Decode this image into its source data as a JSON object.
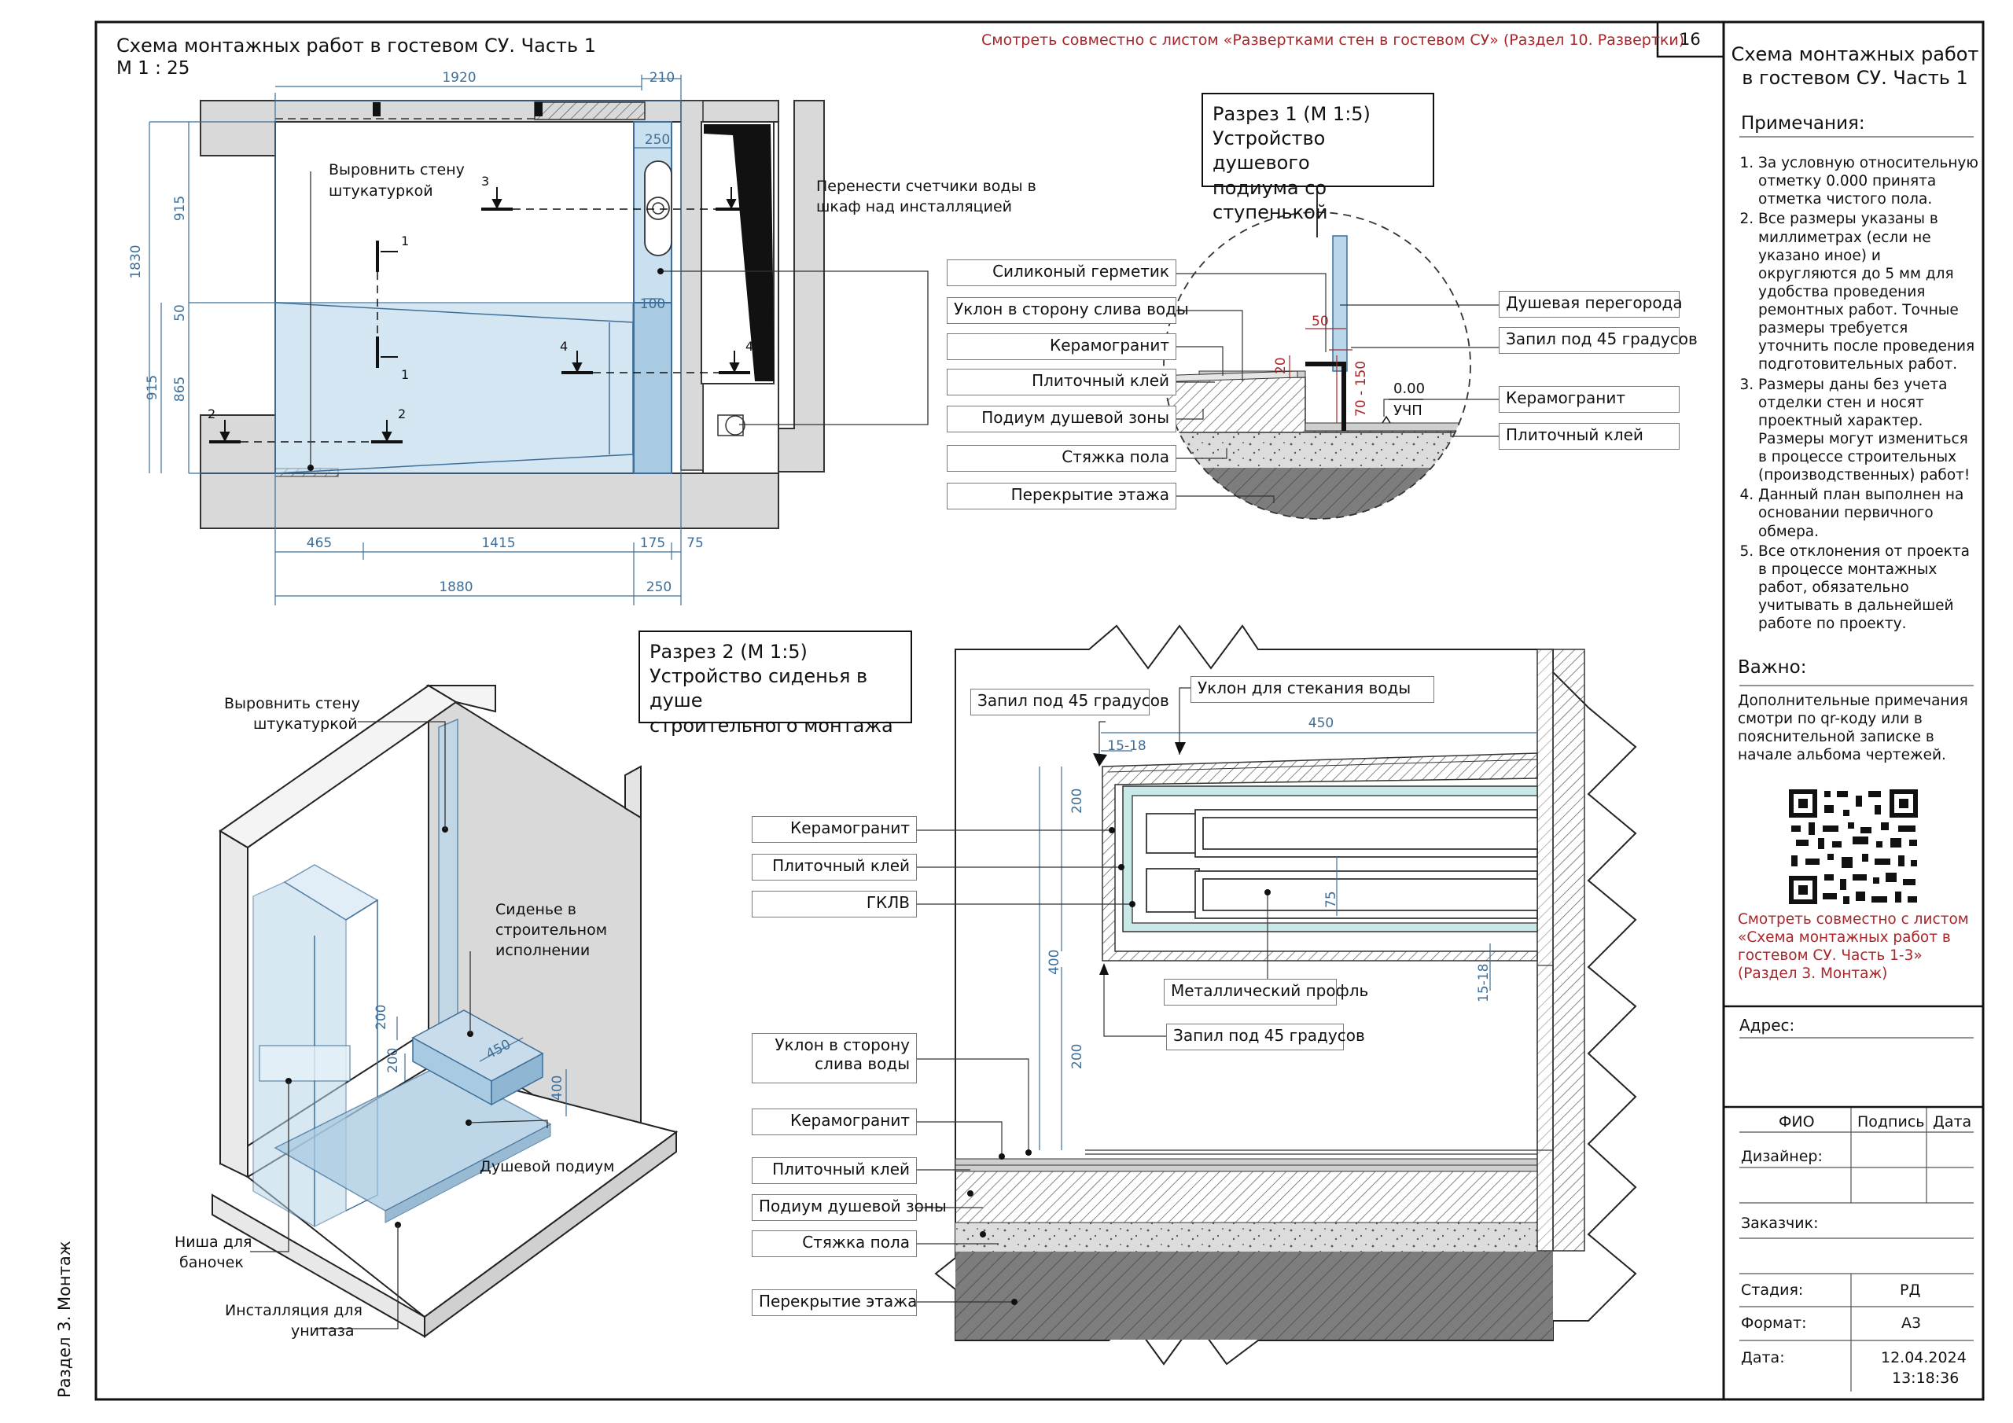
{
  "sheet": {
    "number": "16",
    "side_label": "Раздел 3. Монтаж",
    "top_note": "Смотреть совместно с листом «Развертками стен в гостевом СУ» (Раздел 10. Развертки)"
  },
  "plan": {
    "title": "Схема монтажных работ в гостевом СУ. Часть 1",
    "scale": "М   1 : 25",
    "notes": {
      "level_wall": [
        "Выровнить стену",
        "штукатуркой"
      ],
      "move_meters": [
        "Перенести счетчики воды в",
        "шкаф над инсталляцией"
      ]
    },
    "dims_top": [
      "1920",
      "210",
      "250"
    ],
    "dims_left": [
      "1830",
      "915",
      "915",
      "50",
      "865"
    ],
    "dim_inner": "100",
    "dims_bottom1": [
      "465",
      "1415",
      "175",
      "75"
    ],
    "dims_bottom2": [
      "1880",
      "250"
    ],
    "section_marks": [
      "1",
      "1",
      "2",
      "2",
      "3",
      "3",
      "4",
      "4"
    ]
  },
  "section1": {
    "title_lines": [
      "Разрез 1 (М 1:5)",
      "Устройство душевого",
      "подиума со ступенькой"
    ],
    "left_labels": [
      "Силиконый герметик",
      "Уклон в сторону слива воды",
      "Керамогранит",
      "Плиточный клей",
      "Подиум душевой зоны",
      "Стяжка пола",
      "Перекрытие этажа"
    ],
    "right_labels": [
      "Душевая перегорода",
      "Запил под 45 градусов",
      "Керамогранит",
      "Плиточный клей"
    ],
    "dims": [
      "50",
      "20",
      "70 - 150"
    ],
    "level": "0.00",
    "level_code": "УЧП"
  },
  "iso": {
    "labels": {
      "level_wall": [
        "Выровнить стену",
        "штукатуркой"
      ],
      "seat": [
        "Сиденье в",
        "строительном",
        "исполнении"
      ],
      "podium": "Душевой подиум",
      "niche": [
        "Ниша для",
        "баночек"
      ],
      "install": [
        "Инсталляция для",
        "унитаза"
      ]
    },
    "dims": [
      "200",
      "200",
      "450",
      "400"
    ]
  },
  "section2": {
    "title_lines": [
      "Разрез 2 (М 1:5)",
      "Устройство сиденья в душе",
      "строительного монтажа"
    ],
    "labels_top": [
      "Запил под 45 градусов",
      "Уклон для стекания воды"
    ],
    "labels_left": [
      "Керамогранит",
      "Плиточный клей",
      "ГКЛВ",
      "Уклон в сторону",
      "слива воды",
      "Керамогранит",
      "Плиточный клей",
      "Подиум душевой зоны",
      "Стяжка пола",
      "Перекрытие этажа"
    ],
    "labels_mid": [
      "Металлический профль",
      "Запил под 45 градусов"
    ],
    "dims": [
      "450",
      "15-18",
      "200",
      "400",
      "200",
      "75",
      "15-18"
    ]
  },
  "sidebar": {
    "title": "Схема монтажных работ в гостевом СУ. Часть 1",
    "notes_heading": "Примечания:",
    "notes": [
      "За условную относительную отметку 0.000 принята отметка чистого пола.",
      "Все размеры указаны в миллиметрах (если не указано иное) и округляются до 5 мм для удобства проведения ремонтных работ. Точные размеры требуется уточнить после проведения подготовительных работ.",
      "Размеры даны без учета отделки стен и носят проектный характер. Размеры могут измениться в процессе строительных (производственных) работ!",
      "Данный план выполнен на основании первичного обмера.",
      "Все отклонения от проекта в процессе монтажных работ, обязательно учитывать в дальнейшей работе по проекту."
    ],
    "important_heading": "Важно:",
    "important_text": "Дополнительные примечания смотри по qr-коду или в пояснительной записке в начале альбома чертежей.",
    "see_also": "Смотреть совместно с листом «Схема монтажных работ в гостевом СУ. Часть 1-3» (Раздел 3. Монтаж)",
    "address_label": "Адрес:",
    "table": {
      "col_name": "ФИО",
      "col_sign": "Подпись",
      "col_date": "Дата",
      "designer": "Дизайнер:",
      "customer": "Заказчик:",
      "stage_label": "Стадия:",
      "stage": "РД",
      "format_label": "Формат:",
      "format": "А3",
      "date_label": "Дата:",
      "date": "12.04.2024",
      "time": "13:18:36"
    }
  },
  "colors": {
    "dimension": "#3f6f98",
    "wall": "#d9d9d9",
    "glass": "#b9d7ea",
    "accent_red": "#a8262a"
  }
}
